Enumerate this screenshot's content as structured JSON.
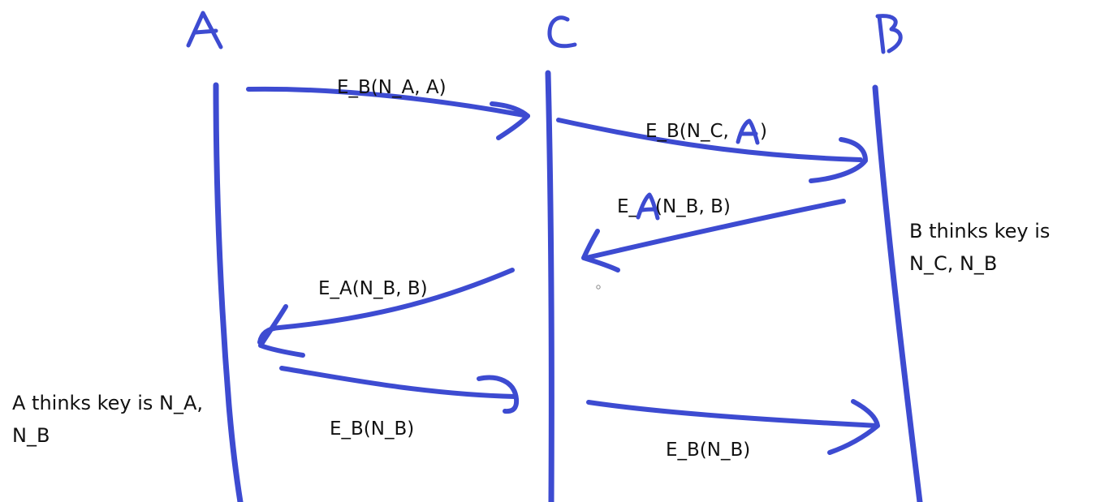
{
  "colors": {
    "ink": "#3d4bd1",
    "text": "#111111",
    "background": "#ffffff"
  },
  "participants": {
    "a": "A",
    "c": "C",
    "b": "B"
  },
  "messages": {
    "m1": "E_B(N_A, A)",
    "m2_prefix": "E_B(N_C,",
    "m2_suffix": ")",
    "m2_handwritten": "A",
    "m3_prefix": "E_",
    "m3_suffix": "(N_B, B)",
    "m3_handwritten": "A",
    "m4": "E_A(N_B, B)",
    "m5": "E_B(N_B)",
    "m6": "E_B(N_B)"
  },
  "notes": {
    "b_line1": "B thinks key is",
    "b_line2": "N_C, N_B",
    "a_line1": "A thinks key is N_A,",
    "a_line2": "N_B"
  }
}
